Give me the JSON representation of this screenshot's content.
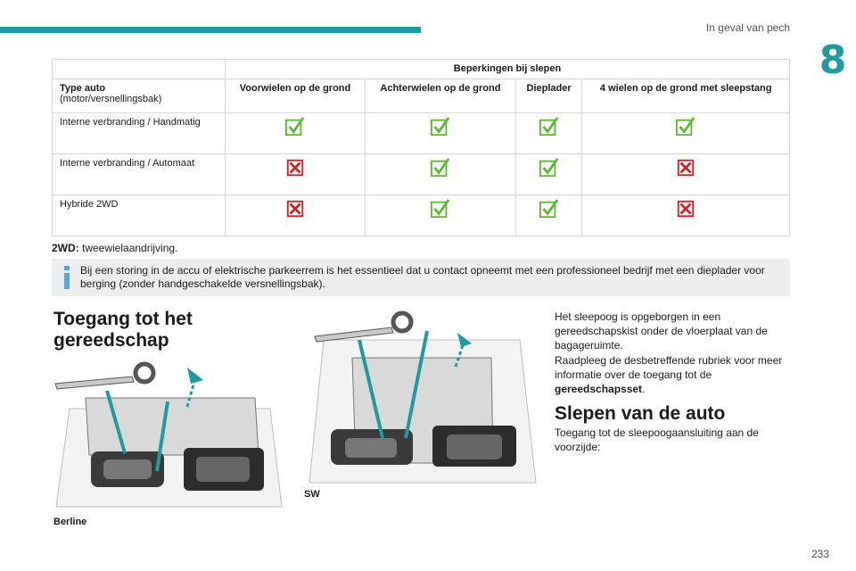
{
  "header": {
    "section": "In geval van pech",
    "chapter": "8"
  },
  "table": {
    "group_header": "Beperkingen bij slepen",
    "col0": {
      "title": "Type auto",
      "subtitle": "(motor/versnellingsbak)"
    },
    "columns": [
      "Voorwielen op de grond",
      "Achterwielen op de grond",
      "Dieplader",
      "4 wielen op de grond met sleepstang"
    ],
    "rows": [
      {
        "label": "Interne verbranding / Handmatig",
        "values": [
          "check",
          "check",
          "check",
          "check"
        ]
      },
      {
        "label": "Interne verbranding / Automaat",
        "values": [
          "cross",
          "check",
          "check",
          "cross"
        ]
      },
      {
        "label": "Hybride 2WD",
        "values": [
          "cross",
          "check",
          "check",
          "cross"
        ]
      }
    ]
  },
  "note_2wd": {
    "term": "2WD:",
    "text": " tweewielaandrijving."
  },
  "info": "Bij een storing in de accu of elektrische parkeerrem is het essentieel dat u contact opneemt met een professioneel bedrijf met een dieplader voor berging (zonder handgeschakelde versnellingsbak).",
  "section1": {
    "title": "Toegang tot het gereedschap"
  },
  "para1": {
    "text": "Het sleepoog is opgeborgen in een gereedschapskist onder de vloerplaat van de bagageruimte.\nRaadpleeg de desbetreffende rubriek voor meer informatie over de toegang tot de ",
    "bold": "gereedschapsset",
    "end": "."
  },
  "section2": {
    "title": "Slepen van de auto"
  },
  "para2": "Toegang tot de sleepoogaansluiting aan de voorzijde:",
  "captions": {
    "left": "Berline",
    "right": "SW"
  },
  "page_number": "233",
  "colors": {
    "accent": "#1f9aa0",
    "check": "#5cb82e",
    "cross": "#d32027"
  }
}
